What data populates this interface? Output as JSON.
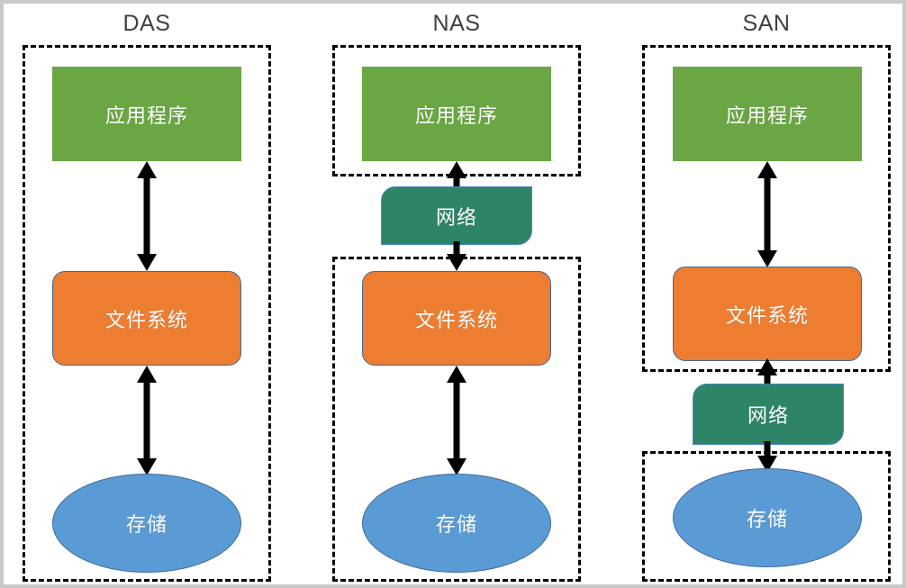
{
  "diagram": {
    "title_row": {
      "das": "DAS",
      "nas": "NAS",
      "san": "SAN"
    },
    "labels": {
      "application": "应用程序",
      "file_system": "文件系统",
      "network": "网络",
      "storage": "存储"
    },
    "colors": {
      "application_green": "#6AA644",
      "file_system_orange": "#ED7D31",
      "network_teal": "#2E8467",
      "storage_blue": "#5B9BD5",
      "node_border_blue": "#3C6B9E",
      "boundary_dash": "#000000",
      "arrow": "#000000",
      "title_text": "#404040",
      "canvas_border": "#c9c9c9",
      "background": "#ffffff"
    },
    "columns": [
      {
        "id": "das",
        "title": "DAS",
        "boundaries": 1,
        "nodes": [
          "应用程序",
          "文件系统",
          "存储"
        ],
        "inside_boundary": [
          "应用程序",
          "文件系统",
          "存储"
        ],
        "outside_boundary": [],
        "arrows": [
          {
            "from": "应用程序",
            "to": "文件系统",
            "heads": "double"
          },
          {
            "from": "文件系统",
            "to": "存储",
            "heads": "double"
          }
        ]
      },
      {
        "id": "nas",
        "title": "NAS",
        "boundaries": 2,
        "nodes": [
          "应用程序",
          "网络",
          "文件系统",
          "存储"
        ],
        "inside_boundary": [
          "应用程序",
          "文件系统",
          "存储"
        ],
        "outside_boundary": [
          "网络"
        ],
        "arrows": [
          {
            "from": "网络",
            "to": "应用程序",
            "heads": "single-up"
          },
          {
            "from": "网络",
            "to": "文件系统",
            "heads": "single-down"
          },
          {
            "from": "文件系统",
            "to": "存储",
            "heads": "double"
          }
        ]
      },
      {
        "id": "san",
        "title": "SAN",
        "boundaries": 2,
        "nodes": [
          "应用程序",
          "文件系统",
          "网络",
          "存储"
        ],
        "inside_boundary": [
          "应用程序",
          "文件系统",
          "存储"
        ],
        "outside_boundary": [
          "网络"
        ],
        "arrows": [
          {
            "from": "应用程序",
            "to": "文件系统",
            "heads": "double"
          },
          {
            "from": "网络",
            "to": "文件系统",
            "heads": "single-up"
          },
          {
            "from": "网络",
            "to": "存储",
            "heads": "single-down"
          }
        ]
      }
    ]
  }
}
